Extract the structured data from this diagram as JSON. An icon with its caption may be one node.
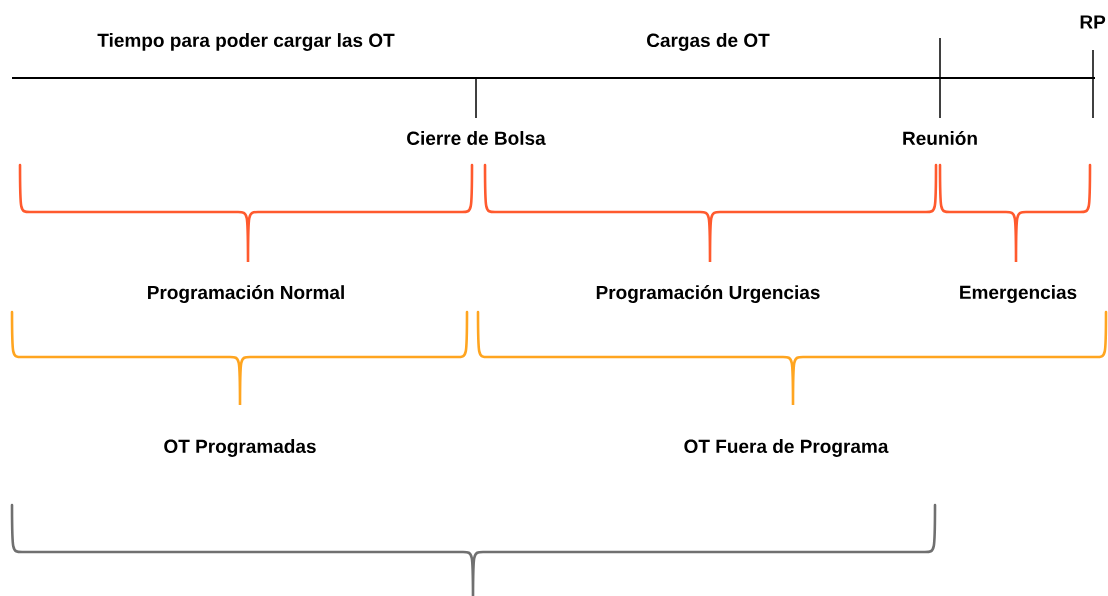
{
  "diagram": {
    "labels": [
      "Tiempo para poder cargar las OT",
      "Cargas de OT",
      "RP",
      "Cierre de Bolsa",
      "Reunión",
      "Programación Normal",
      "Programación Urgencias",
      "Emergencias",
      "OT Programadas",
      "OT Fuera de Programa"
    ]
  }
}
